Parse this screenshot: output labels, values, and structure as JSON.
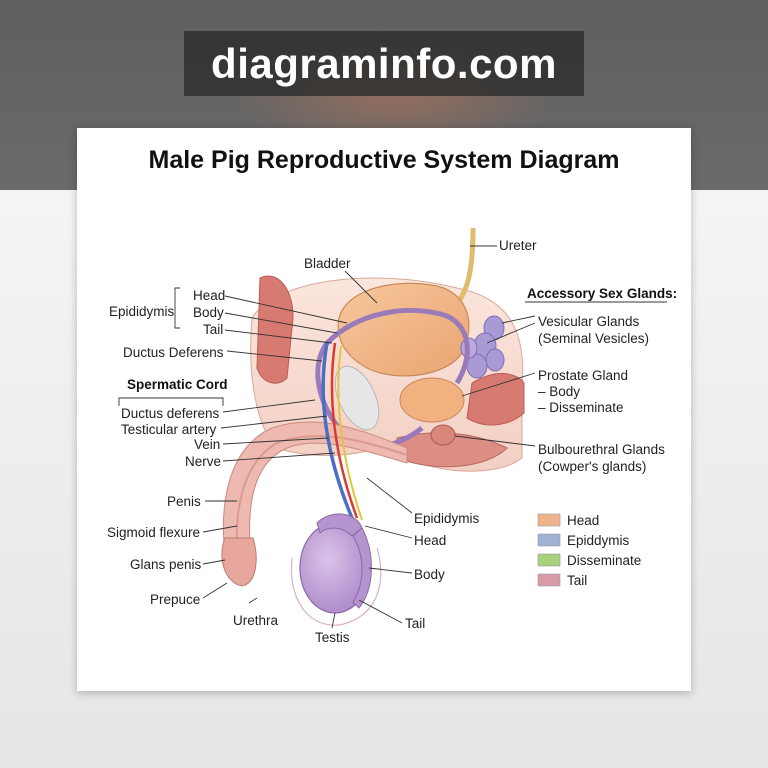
{
  "watermark": "diagraminfo.com",
  "title": "Male Pig Reproductive System Diagram",
  "labels": {
    "ureter": "Ureter",
    "bladder": "Bladder",
    "epididymis": "Epididymis",
    "head": "Head",
    "body": "Body",
    "tail": "Tail",
    "ductus_deferens": "Ductus Deferens",
    "spermatic_cord": "Spermatic Cord",
    "cord_ductus": "Ductus deferens",
    "testicular_artery": "Testicular artery",
    "vein": "Vein",
    "nerve": "Nerve",
    "penis": "Penis",
    "sigmoid_flexure": "Sigmoid flexure",
    "glans_penis": "Glans penis",
    "prepuce": "Prepuce",
    "urethra": "Urethra",
    "testis": "Testis",
    "lower_epididymis": "Epididymis",
    "lower_head": "Head",
    "lower_body": "Body",
    "lower_tail": "Tail",
    "accessory_title": "Accessory Sex Glands:",
    "vesicular_1": "Vesicular Glands",
    "vesicular_2": "(Seminal Vesicles)",
    "prostate": "Prostate Gland",
    "prostate_body": "– Body",
    "prostate_dissem": "– Disseminate",
    "bulbo_1": "Bulbourethral Glands",
    "bulbo_2": "(Cowper's glands)"
  },
  "legend": [
    {
      "label": "Head",
      "color": "#f2b48e"
    },
    {
      "label": "Epiddymis",
      "color": "#9fb2d6"
    },
    {
      "label": "Disseminate",
      "color": "#a9d17c"
    },
    {
      "label": "Tail",
      "color": "#d99aa8"
    }
  ],
  "colors": {
    "bladder": "#f5bf8e",
    "ureter": "#e8c77a",
    "muscle": "#d77a72",
    "vesicular": "#a99ad6",
    "testis": "#c9a8dc",
    "penis": "#eeb9b0",
    "artery": "#d93b32",
    "vein": "#4a6fc4",
    "nerve": "#e6c33a"
  }
}
